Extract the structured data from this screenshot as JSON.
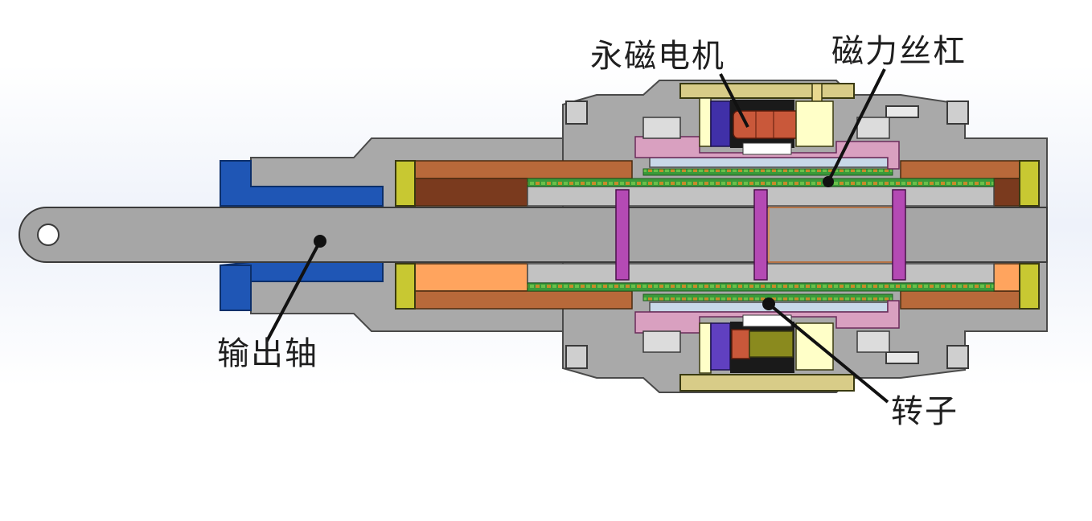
{
  "labels": {
    "motor": "永磁电机",
    "screw": "磁力丝杠",
    "shaft": "输出轴",
    "rotor": "转子"
  },
  "colors": {
    "housing_gray": "#a9a9a9",
    "shaft_gray": "#a6a6a6",
    "flange_blue": "#1f56b5",
    "copper": "#b8693a",
    "dark_copper": "#7a3a1e",
    "light_orange": "#ffa45e",
    "olive": "#c8c832",
    "magenta": "#b44ab4",
    "green_magnets": "#3a9a3a",
    "coil_red": "#c9583a",
    "coil_olive": "#8a8a1e",
    "stator_dark": "#2a2a2a",
    "cream": "#ffffc8",
    "tan": "#d8cc88",
    "pink_frame": "#d9a0c0",
    "violet": "#6040c0"
  }
}
